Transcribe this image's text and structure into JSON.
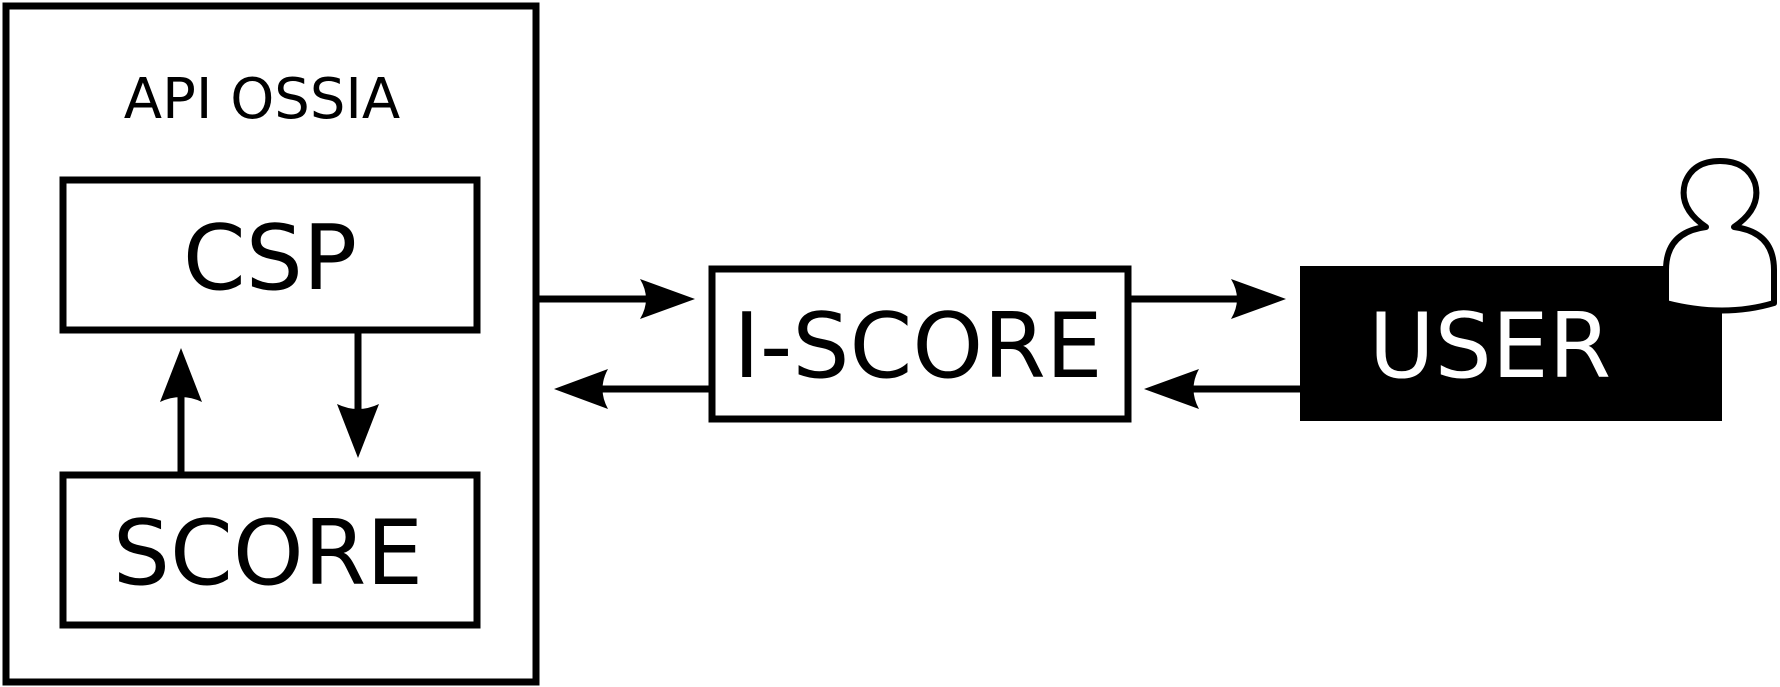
{
  "diagram": {
    "container_label": "API OSSIA",
    "nodes": {
      "csp": "CSP",
      "score": "SCORE",
      "iscore": "I-SCORE",
      "user": "USER"
    },
    "edges": [
      {
        "from": "score",
        "to": "csp"
      },
      {
        "from": "csp",
        "to": "score"
      },
      {
        "from": "api-ossia",
        "to": "iscore"
      },
      {
        "from": "iscore",
        "to": "api-ossia"
      },
      {
        "from": "iscore",
        "to": "user"
      },
      {
        "from": "user",
        "to": "iscore"
      }
    ],
    "icons": [
      "user-person-icon"
    ]
  },
  "colors": {
    "stroke": "#000000",
    "background": "#ffffff",
    "user_fill": "#000000",
    "user_text": "#ffffff"
  }
}
